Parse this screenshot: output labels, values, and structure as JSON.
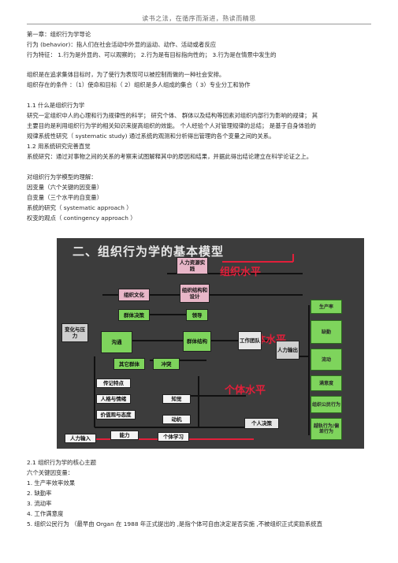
{
  "header": "读书之法，在循序而渐进，熟读而精思",
  "lines": [
    "第一章：组织行为学导论",
    "行为 (behavior)：指人们在社会活动中外显的运动、动作、活动或者反应",
    "行为特征：   1.行为是外显的、可以观察的；      2.行为是有目标指向性的；      3.行为是在情景中发生的",
    "组织是在追求集体目标时，为了使行为表现可以被控制而做的一种社会安排。",
    "组织存在的条件  ：（1）使命和目标（   2）组织是多人组成的集合（      3）专业分工和协作",
    "1.1   什么是组织行为学",
    "研究一定组织中人的心理和行为规律性的科学；           研究个体、 群体以及结构等因素对组织内部行为影响的规律；           其",
    "主要目的是利用组织行为学的相关知识来提高组织的效能。            个人经验个人对管理规律的总结；        是基于自身体验的",
    "规律系统性研究（   systematic study)   通过系统的观测和分析得出管理的各个变量之间的关系。",
    "1.2   用系统研究完善直觉",
    "系统研究：通过对事物之间的关系的考察来试图解释其中的原因和结果，并据此得出结论建立在科学论证之上。",
    "对组织行为学模型的理解：",
    "因变量（六个关键的因变量）",
    "自变量（三个水平的自变量）",
    "系统的研究（    systematic approach      ）",
    "权变的观点（    contingency approach      ）",
    "2.1   组织行为学的核心主题",
    "六个关键因变量：",
    "1. 生产率效率效果",
    "2. 缺勤率",
    "3. 流动率",
    "4. 工作满意度",
    "5. 组织公民行为  （最早由    Organ    在  1988   年正式提出的  ,是指个体可自由决定是否实施      ,不被组织正式奖励系统直"
  ],
  "diagram": {
    "title": "二、组织行为学的基本模型",
    "levels": {
      "org": "组织水平",
      "group": "群体水平",
      "indiv": "个体水平"
    },
    "nodes": {
      "hr": "人力资源实践",
      "org_culture": "组织文化",
      "org_struct": "组织结构和设计",
      "group_decision": "群体决策",
      "leadership": "领导",
      "change": "变化与压力",
      "comm": "沟通",
      "group_struct": "群体结构",
      "work_team": "工作团队",
      "human_output": "人力输出",
      "other_groups": "其它群体",
      "conflict": "冲突",
      "traits": "传记特点",
      "personality": "人格与情绪",
      "values": "价值观与态度",
      "perception": "知觉",
      "ability": "能力",
      "motivation": "动机",
      "indiv_decision": "个人决策",
      "indiv_learning": "个体学习",
      "human_input": "人力输入"
    },
    "outputs": [
      "生产率",
      "缺勤",
      "流动",
      "满意度",
      "组织公民行为",
      "越轨行为/偏差行为"
    ]
  }
}
